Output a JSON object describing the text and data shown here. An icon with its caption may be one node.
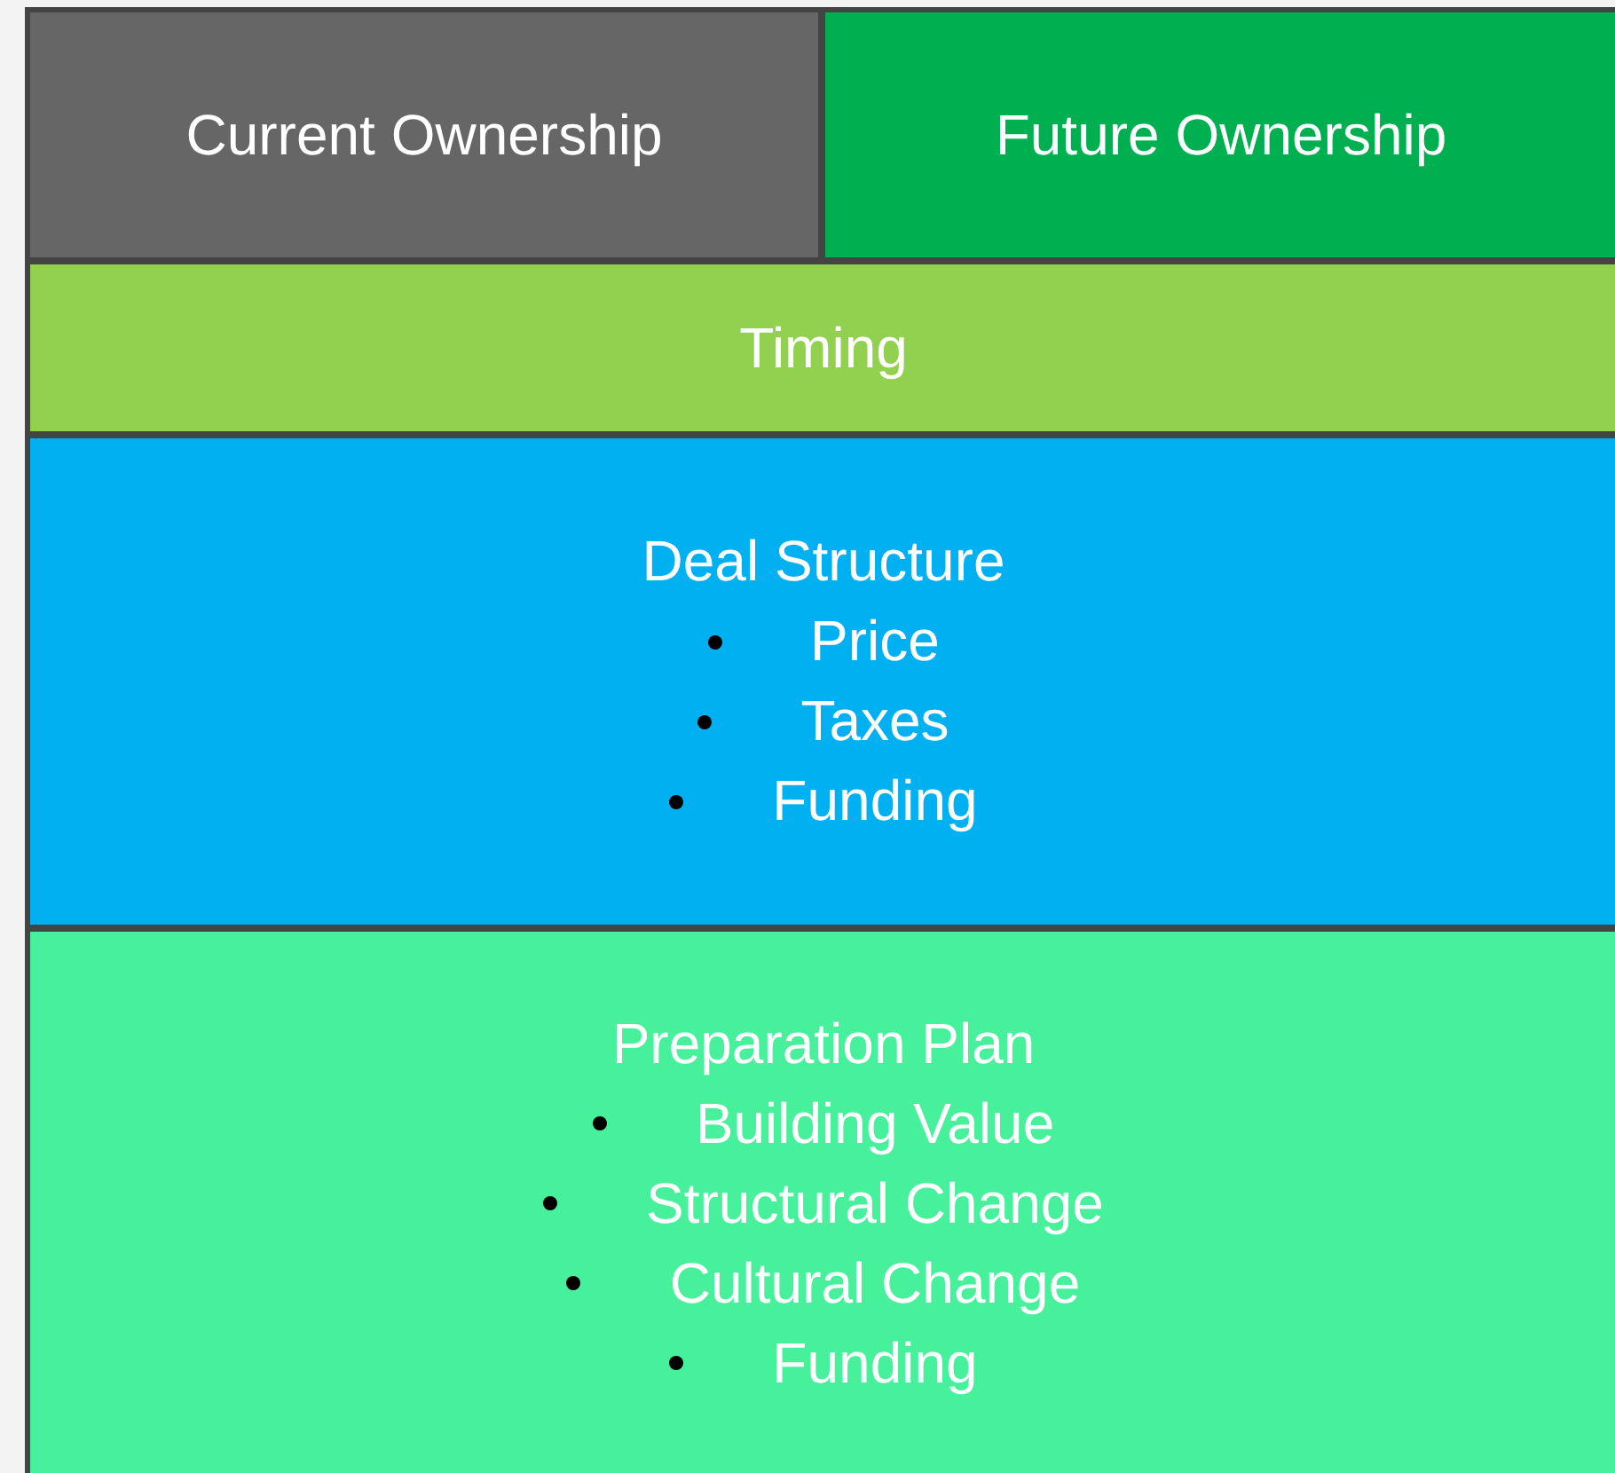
{
  "diagram": {
    "nodes": [
      {
        "text": [
          "Current Ownership"
        ]
      },
      {
        "text": [
          "Future Ownership"
        ]
      },
      {
        "text": [
          "Timing"
        ]
      },
      {
        "text": [
          "Deal Structure",
          "Price",
          "Taxes",
          "Funding"
        ]
      },
      {
        "text": [
          "Preparation Plan",
          "Building Value",
          "Structural Change",
          "Cultural Change",
          "Funding"
        ]
      }
    ]
  }
}
